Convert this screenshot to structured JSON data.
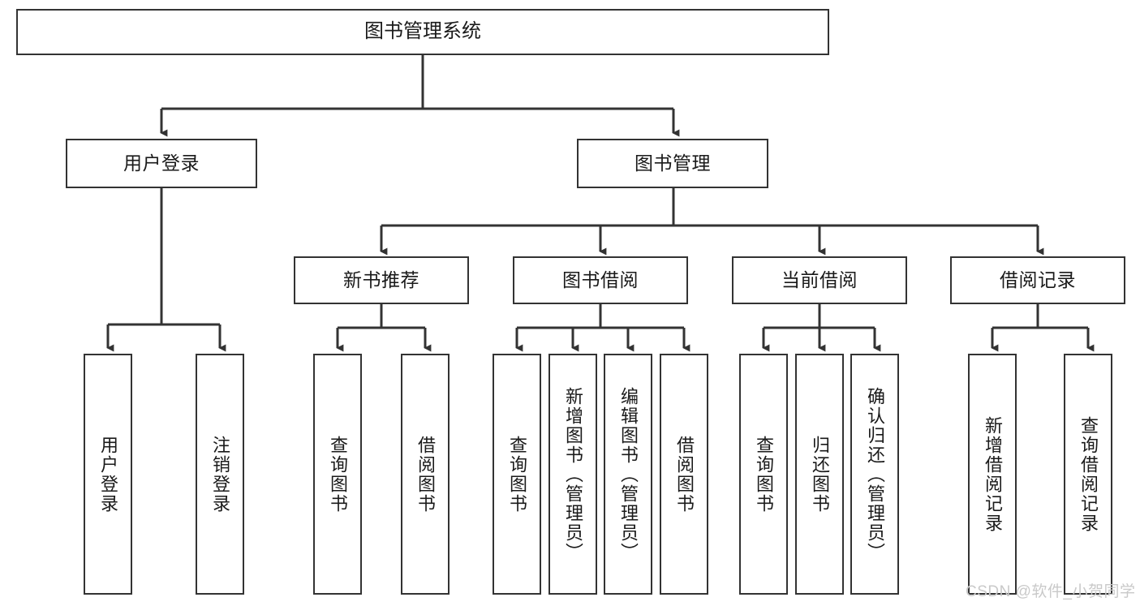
{
  "diagram": {
    "title": "图书管理系统",
    "type": "hierarchy-tree",
    "watermark": "CSDN @软件_小贺同学",
    "colors": {
      "box_border": "#333333",
      "box_fill": "#ffffff",
      "connector": "#333333",
      "text": "#1a1a1a",
      "watermark": "#c9c9c9"
    },
    "levels": {
      "root": {
        "label": "图书管理系统"
      },
      "level2": [
        {
          "label": "用户登录"
        },
        {
          "label": "图书管理"
        }
      ],
      "level3": [
        {
          "label": "新书推荐"
        },
        {
          "label": "图书借阅"
        },
        {
          "label": "当前借阅"
        },
        {
          "label": "借阅记录"
        }
      ],
      "leaves": {
        "user_login": [
          {
            "label": "用户登录"
          },
          {
            "label": "注销登录"
          }
        ],
        "new_book_recommend": [
          {
            "label": "查询图书"
          },
          {
            "label": "借阅图书"
          }
        ],
        "book_borrow": [
          {
            "label": "查询图书"
          },
          {
            "label": "新增图书（管理员）"
          },
          {
            "label": "编辑图书（管理员）"
          },
          {
            "label": "借阅图书"
          }
        ],
        "current_borrow": [
          {
            "label": "查询图书"
          },
          {
            "label": "归还图书"
          },
          {
            "label": "确认归还（管理员）"
          }
        ],
        "borrow_record": [
          {
            "label": "新增借阅记录"
          },
          {
            "label": "查询借阅记录"
          }
        ]
      }
    }
  }
}
